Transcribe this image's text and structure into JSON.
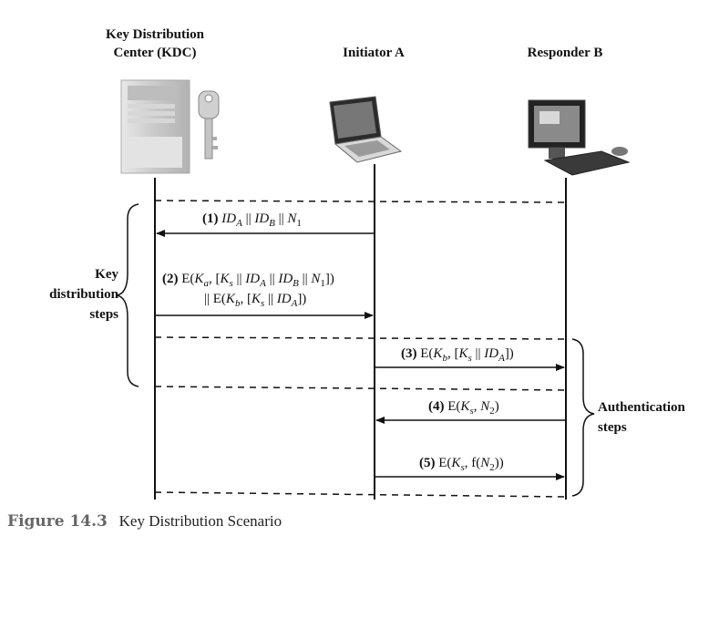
{
  "participants": {
    "kdc": "Key Distribution\nCenter (KDC)",
    "initiator": "Initiator A",
    "responder": "Responder B"
  },
  "messages": [
    {
      "num": "(1)",
      "html": "<i>ID<sub>A</sub></i> || <i>ID<sub>B</sub></i> || <i>N</i><sub>1</sub>",
      "text": "ID_A || ID_B || N_1"
    },
    {
      "num": "(2)",
      "html": "E(<i>K<sub>a</sub></i>, [<i>K<sub>s</sub></i> || <i>ID<sub>A</sub></i> || <i>ID<sub>B</sub></i> || <i>N</i><sub>1</sub>])",
      "text": "E(K_a, [K_s || ID_A || ID_B || N_1])"
    },
    {
      "num": "",
      "html": "|| E(<i>K<sub>b</sub></i>, [<i>K<sub>s</sub></i> || <i>ID<sub>A</sub></i>])",
      "text": "|| E(K_b, [K_s || ID_A])"
    },
    {
      "num": "(3)",
      "html": "E(<i>K<sub>b</sub></i>, [<i>K<sub>s</sub></i> || <i>ID<sub>A</sub></i>])",
      "text": "E(K_b, [K_s || ID_A])"
    },
    {
      "num": "(4)",
      "html": "E(<i>K<sub>s</sub></i>, <i>N</i><sub>2</sub>)",
      "text": "E(K_s, N_2)"
    },
    {
      "num": "(5)",
      "html": "E(<i>K<sub>s</sub></i>, f(<i>N</i><sub>2</sub>))",
      "text": "E(K_s, f(N_2))"
    }
  ],
  "groups": {
    "key_distribution": "Key\ndistribution\nsteps",
    "authentication": "Authentication\nsteps"
  },
  "caption": {
    "number": "Figure 14.3",
    "title": "Key Distribution Scenario"
  }
}
